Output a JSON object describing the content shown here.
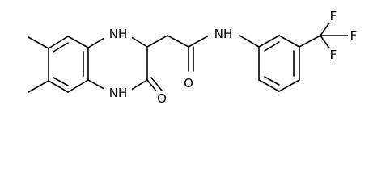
{
  "molecule": {
    "atom_labels": {
      "nh_top": "NH",
      "nh_bottom": "NH",
      "o_ketone": "O",
      "o_amide": "O",
      "nh_amide": "NH",
      "f_top": "F",
      "f_right": "F",
      "f_bottom": "F"
    }
  }
}
